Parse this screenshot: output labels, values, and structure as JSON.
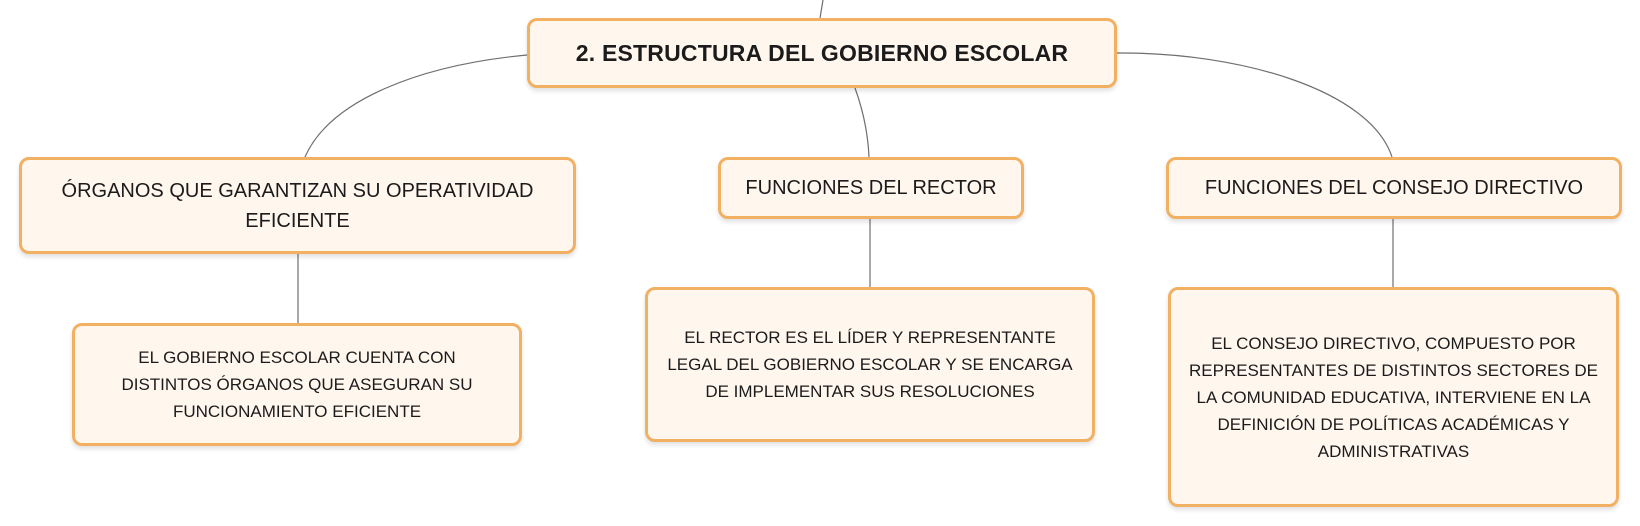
{
  "colors": {
    "node_fill": "#fff6ee",
    "node_border": "#f2b062",
    "connector": "#6f6f6f",
    "text": "#1b1b1b"
  },
  "root": {
    "label": "2. ESTRUCTURA DEL GOBIERNO ESCOLAR"
  },
  "branches": [
    {
      "label": "ÓRGANOS QUE GARANTIZAN SU OPERATIVIDAD EFICIENTE",
      "child": "EL GOBIERNO ESCOLAR CUENTA CON DISTINTOS ÓRGANOS QUE ASEGURAN SU FUNCIONAMIENTO EFICIENTE"
    },
    {
      "label": "FUNCIONES DEL RECTOR",
      "child": "EL RECTOR ES EL LÍDER Y REPRESENTANTE LEGAL DEL GOBIERNO ESCOLAR Y SE ENCARGA DE IMPLEMENTAR SUS RESOLUCIONES"
    },
    {
      "label": "FUNCIONES DEL CONSEJO DIRECTIVO",
      "child": "EL CONSEJO DIRECTIVO, COMPUESTO POR REPRESENTANTES DE DISTINTOS SECTORES DE LA COMUNIDAD EDUCATIVA, INTERVIENE EN LA DEFINICIÓN DE POLÍTICAS ACADÉMICAS Y ADMINISTRATIVAS"
    }
  ]
}
